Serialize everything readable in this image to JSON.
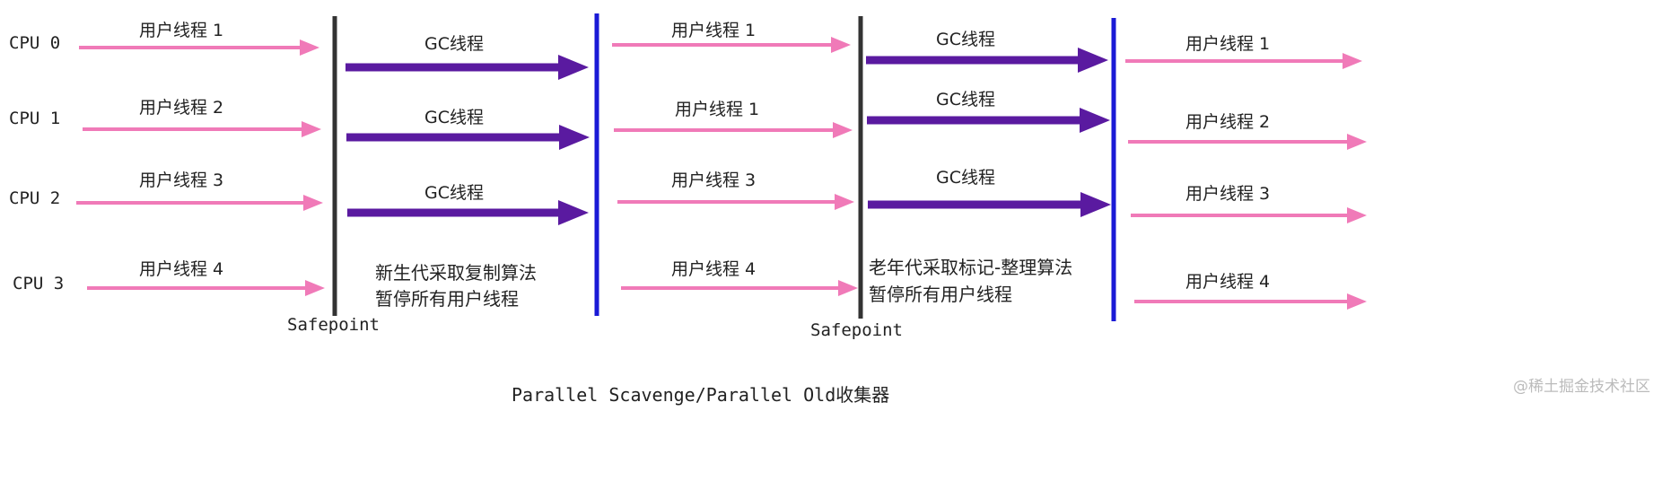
{
  "cpu_labels": [
    "CPU 0",
    "CPU 1",
    "CPU 2",
    "CPU 3"
  ],
  "phase1_threads": [
    "用户线程 1",
    "用户线程 2",
    "用户线程 3",
    "用户线程 4"
  ],
  "phase2_gc": [
    "GC线程",
    "GC线程",
    "GC线程"
  ],
  "phase3_threads": [
    "用户线程 1",
    "用户线程 1",
    "用户线程 3",
    "用户线程 4"
  ],
  "phase4_gc": [
    "GC线程",
    "GC线程",
    "GC线程"
  ],
  "phase5_threads": [
    "用户线程 1",
    "用户线程 2",
    "用户线程 3",
    "用户线程 4"
  ],
  "young_note": [
    "新生代采取复制算法",
    "暂停所有用户线程"
  ],
  "old_note": [
    "老年代采取标记-整理算法",
    "暂停所有用户线程"
  ],
  "safepoint_labels": [
    "Safepoint",
    "Safepoint"
  ],
  "caption": "Parallel Scavenge/Parallel Old收集器",
  "watermark": "@稀土掘金技术社区",
  "colors": {
    "user_arrow": "#f07ab8",
    "gc_arrow": "#5a1aa0",
    "safepoint_line": "#333333",
    "gc_end_line": "#1a1ad6",
    "text": "#222222",
    "watermark": "#bbbbbb"
  }
}
